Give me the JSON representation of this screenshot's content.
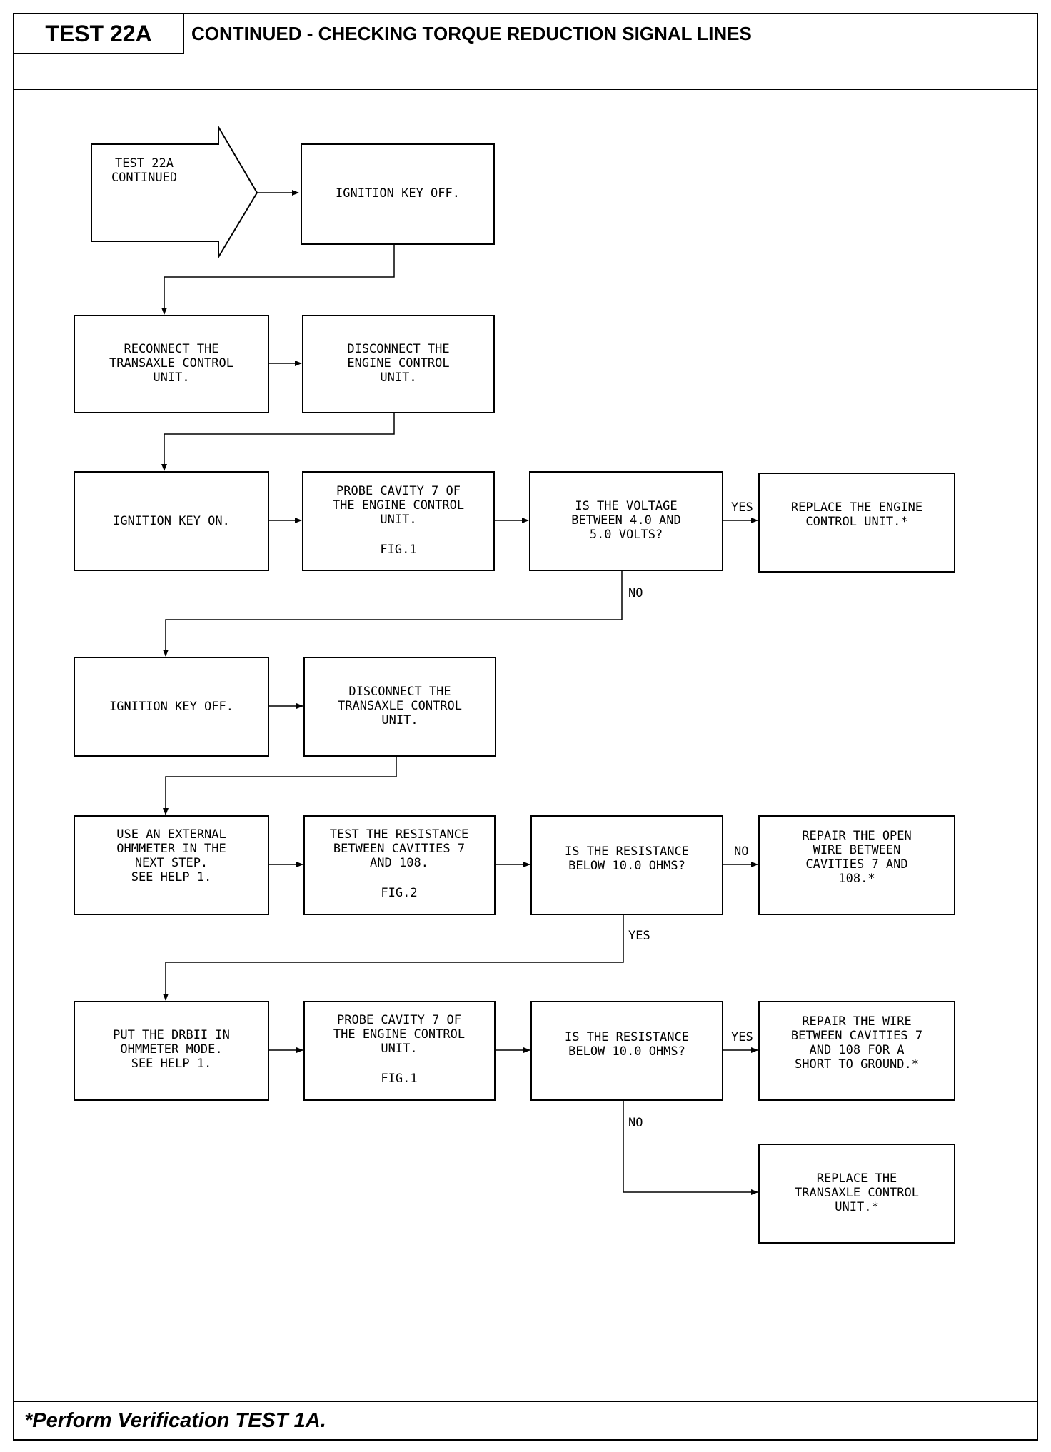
{
  "header": {
    "test_id": "TEST 22A",
    "title": "CONTINUED - CHECKING TORQUE REDUCTION SIGNAL LINES"
  },
  "footer": {
    "note": "*Perform Verification TEST 1A."
  },
  "flowchart": {
    "start_arrow": [
      "TEST 22A",
      "CONTINUED"
    ],
    "boxes": {
      "ignition_off_1": [
        "IGNITION KEY OFF."
      ],
      "reconnect_tcu": [
        "RECONNECT THE",
        "TRANSAXLE CONTROL",
        "UNIT."
      ],
      "disconnect_ecu": [
        "DISCONNECT THE",
        "ENGINE CONTROL",
        "UNIT."
      ],
      "ignition_on": [
        "IGNITION KEY ON."
      ],
      "probe_cavity_7_a": [
        "PROBE CAVITY 7 OF",
        "THE ENGINE CONTROL",
        "UNIT.",
        "",
        "FIG.1"
      ],
      "voltage_question": [
        "IS THE VOLTAGE",
        "BETWEEN 4.0 AND",
        "5.0 VOLTS?"
      ],
      "replace_ecu": [
        "REPLACE THE ENGINE",
        "CONTROL UNIT.*"
      ],
      "ignition_off_2": [
        "IGNITION KEY OFF."
      ],
      "disconnect_tcu": [
        "DISCONNECT THE",
        "TRANSAXLE CONTROL",
        "UNIT."
      ],
      "use_ohmmeter": [
        "USE AN EXTERNAL",
        "OHMMETER IN THE",
        "NEXT STEP.",
        "SEE HELP 1."
      ],
      "test_resistance": [
        "TEST THE RESISTANCE",
        "BETWEEN CAVITIES 7",
        "AND 108.",
        "",
        "FIG.2"
      ],
      "resistance_question_1": [
        "IS THE RESISTANCE",
        "BELOW 10.0 OHMS?"
      ],
      "repair_open_wire": [
        "REPAIR THE OPEN",
        "WIRE BETWEEN",
        "CAVITIES 7 AND",
        "108.*"
      ],
      "drbii_ohmmeter": [
        "PUT THE DRBII IN",
        "OHMMETER MODE.",
        "SEE HELP 1."
      ],
      "probe_cavity_7_b": [
        "PROBE CAVITY 7 OF",
        "THE ENGINE CONTROL",
        "UNIT.",
        "",
        "FIG.1"
      ],
      "resistance_question_2": [
        "IS THE RESISTANCE",
        "BELOW 10.0 OHMS?"
      ],
      "repair_short": [
        "REPAIR THE WIRE",
        "BETWEEN CAVITIES 7",
        "AND 108 FOR A",
        "SHORT TO GROUND.*"
      ],
      "replace_tcu": [
        "REPLACE THE",
        "TRANSAXLE CONTROL",
        "UNIT.*"
      ]
    },
    "branch_labels": {
      "voltage_yes": "YES",
      "voltage_no": "NO",
      "resistance1_no": "NO",
      "resistance1_yes": "YES",
      "resistance2_yes": "YES",
      "resistance2_no": "NO"
    }
  }
}
